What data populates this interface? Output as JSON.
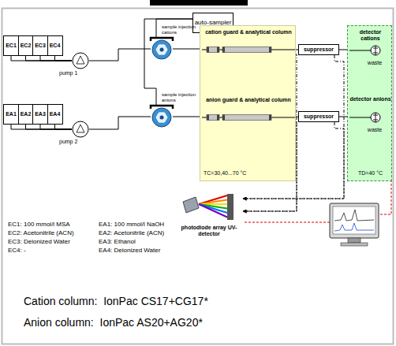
{
  "diagram": {
    "nodes": [
      {
        "text": [
          "EC1"
        ]
      },
      {
        "text": [
          "EC2"
        ]
      },
      {
        "text": [
          "EC3"
        ]
      },
      {
        "text": [
          "EC4"
        ]
      },
      {
        "text": [
          "EA1"
        ]
      },
      {
        "text": [
          "EA2"
        ]
      },
      {
        "text": [
          "EA3"
        ]
      },
      {
        "text": [
          "EA4"
        ]
      },
      {
        "text": [
          "pump 1"
        ]
      },
      {
        "text": [
          "pump 2"
        ]
      },
      {
        "text": [
          "auto-sampler"
        ]
      },
      {
        "text": [
          "sample injection cations"
        ]
      },
      {
        "text": [
          "sample injection anions"
        ]
      },
      {
        "text": [
          "TC=30,40...70 °C"
        ]
      },
      {
        "text": [
          "cation guard & analytical column"
        ],
        "in": 13
      },
      {
        "text": [
          "anion guard & analytical column"
        ],
        "in": 13
      },
      {
        "text": [
          "suppressor"
        ]
      },
      {
        "text": [
          "suppressor"
        ]
      },
      {
        "text": [
          "TD=40 °C"
        ]
      },
      {
        "text": [
          "detector cations"
        ],
        "in": 18
      },
      {
        "text": [
          "detector anions"
        ],
        "in": 18
      },
      {
        "text": [
          "photodiode array UV-detector"
        ]
      }
    ],
    "edges": [
      {
        "from": 0,
        "to": 8,
        "arrow": "none"
      },
      {
        "from": 1,
        "to": 8,
        "arrow": "none"
      },
      {
        "from": 2,
        "to": 8,
        "arrow": "none"
      },
      {
        "from": 3,
        "to": 8,
        "arrow": "none"
      },
      {
        "from": 4,
        "to": 9,
        "arrow": "none"
      },
      {
        "from": 5,
        "to": 9,
        "arrow": "none"
      },
      {
        "from": 6,
        "to": 9,
        "arrow": "none"
      },
      {
        "from": 7,
        "to": 9,
        "arrow": "none"
      },
      {
        "from": 8,
        "to": 11,
        "arrow": "none"
      },
      {
        "from": 9,
        "to": 12,
        "arrow": "none"
      },
      {
        "from": 10,
        "to": 11,
        "arrow": "none"
      },
      {
        "from": 10,
        "to": 12,
        "arrow": "none"
      },
      {
        "from": 11,
        "to": 14,
        "arrow": "none"
      },
      {
        "from": 12,
        "to": 15,
        "arrow": "none"
      },
      {
        "from": 14,
        "to": 16,
        "arrow": "none"
      },
      {
        "from": 15,
        "to": 17,
        "arrow": "none"
      },
      {
        "from": 16,
        "to": 19,
        "arrow": "none"
      },
      {
        "from": 17,
        "to": 20,
        "arrow": "none"
      },
      {
        "from": 14,
        "to": 21,
        "arrow": "to"
      },
      {
        "from": 15,
        "to": 21,
        "arrow": "to"
      },
      {
        "from": 16,
        "to": 21,
        "arrow": "to"
      },
      {
        "from": 17,
        "to": 21,
        "arrow": "to"
      }
    ],
    "labels": [
      "waste",
      "waste",
      "EC1: 100 mmol/l MSA",
      "EC2: Acetonitrile (ACN)",
      "EC3: Deionized Water",
      "EC4: -",
      "EA1: 100 mmol/l NaOH",
      "EA2: Acetonitrile (ACN)",
      "EA3: Ethanol",
      "EA4: Deionized Water",
      "Cation column:  IonPac CS17+CG17*",
      "Anion column:  IonPac AS20+AG20*"
    ]
  }
}
